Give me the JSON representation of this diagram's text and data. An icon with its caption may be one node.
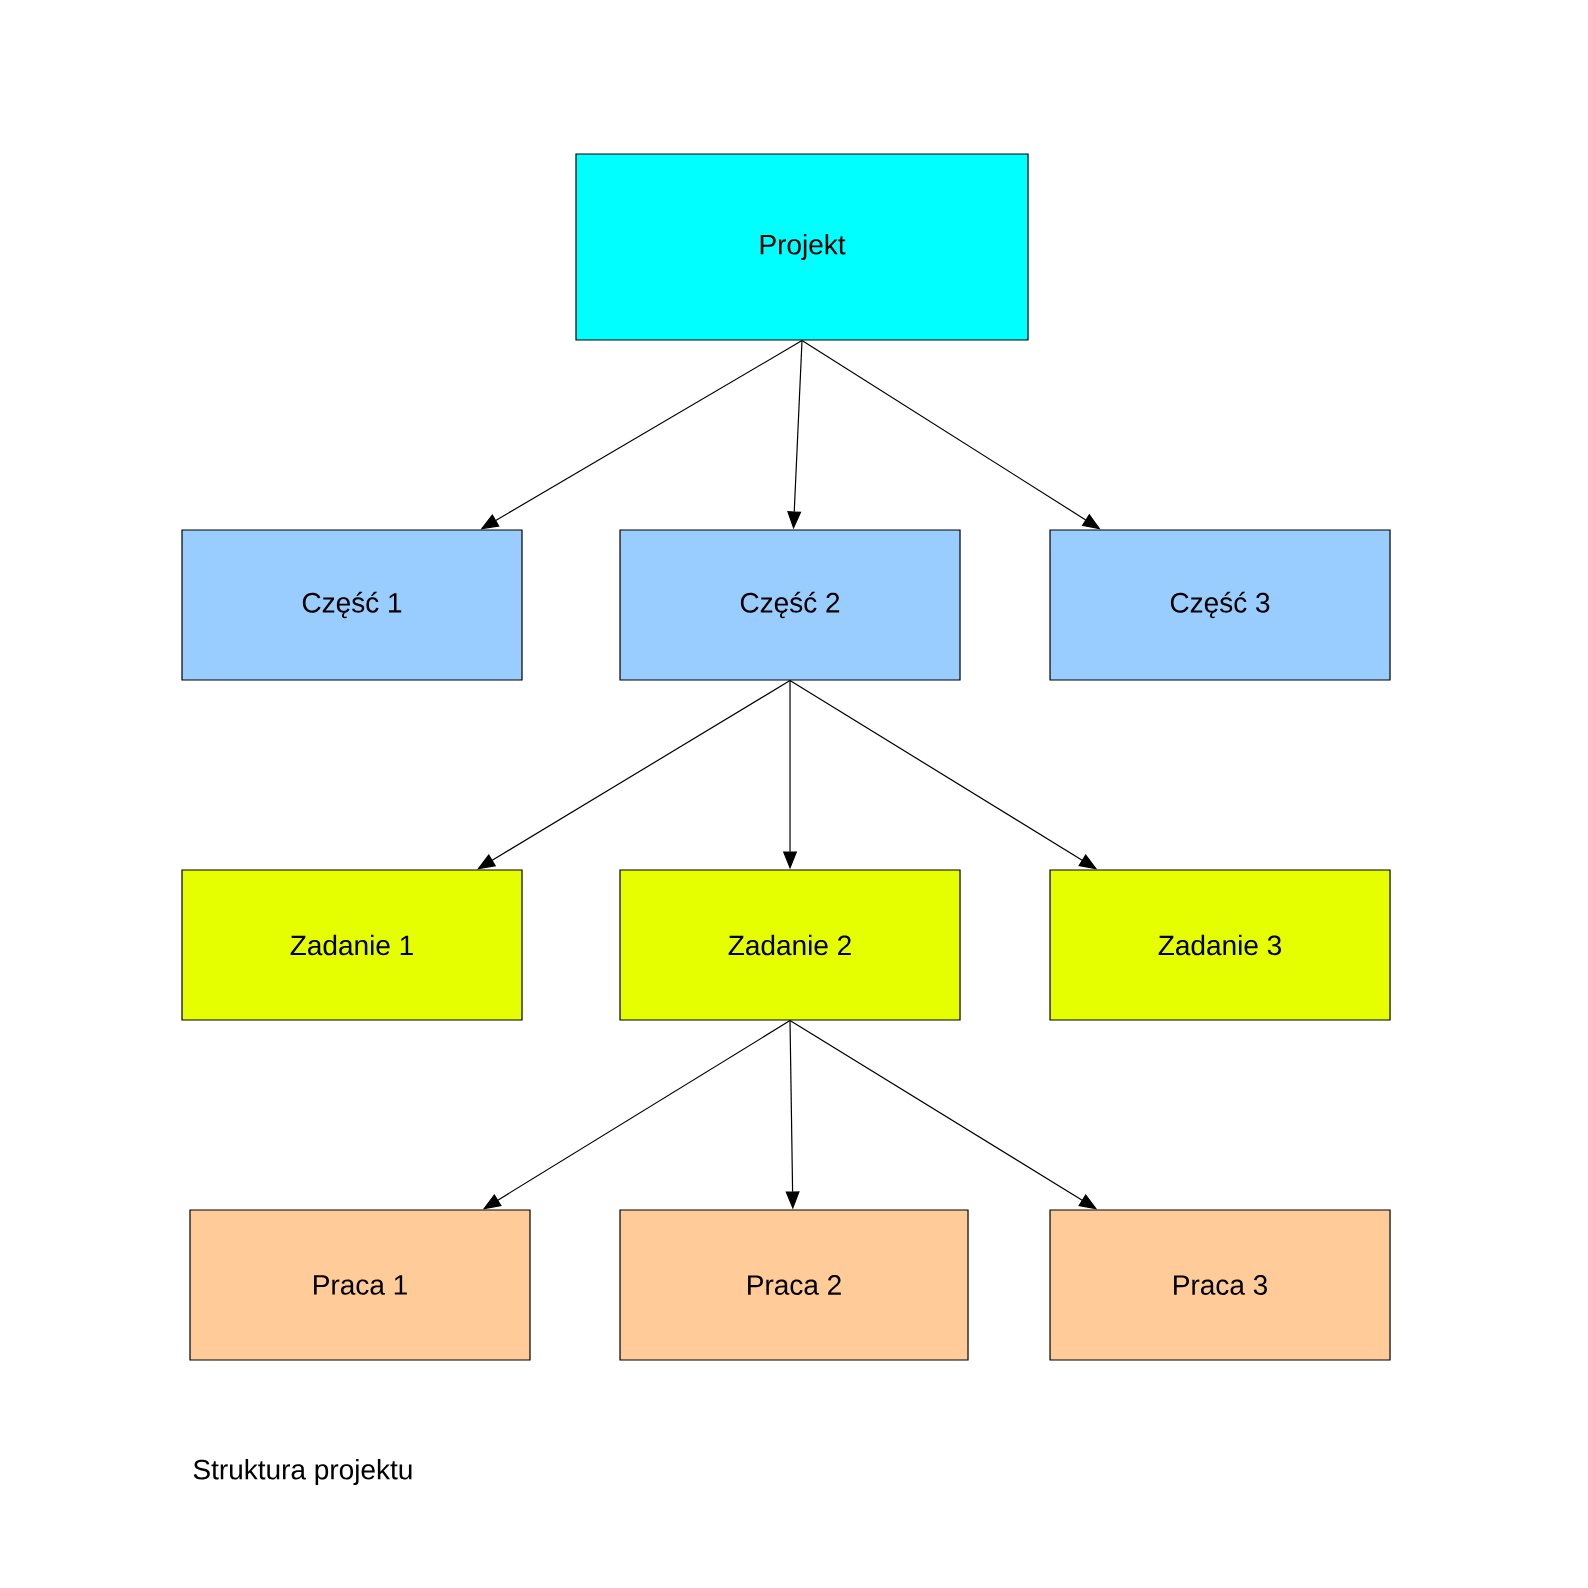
{
  "diagram": {
    "caption": "Struktura projektu",
    "nodes": [
      {
        "text": [
          "Projekt"
        ]
      },
      {
        "text": [
          "Część 1"
        ]
      },
      {
        "text": [
          "Część 2"
        ]
      },
      {
        "text": [
          "Część 3"
        ]
      },
      {
        "text": [
          "Zadanie 1"
        ]
      },
      {
        "text": [
          "Zadanie 2"
        ]
      },
      {
        "text": [
          "Zadanie 3"
        ]
      },
      {
        "text": [
          "Praca 1"
        ]
      },
      {
        "text": [
          "Praca 2"
        ]
      },
      {
        "text": [
          "Praca 3"
        ]
      }
    ],
    "edges": [
      {
        "from": 0,
        "to": 1,
        "arrow": "to"
      },
      {
        "from": 0,
        "to": 2,
        "arrow": "to"
      },
      {
        "from": 0,
        "to": 3,
        "arrow": "to"
      },
      {
        "from": 2,
        "to": 4,
        "arrow": "to"
      },
      {
        "from": 2,
        "to": 5,
        "arrow": "to"
      },
      {
        "from": 2,
        "to": 6,
        "arrow": "to"
      },
      {
        "from": 5,
        "to": 7,
        "arrow": "to"
      },
      {
        "from": 5,
        "to": 8,
        "arrow": "to"
      },
      {
        "from": 5,
        "to": 9,
        "arrow": "to"
      }
    ]
  }
}
